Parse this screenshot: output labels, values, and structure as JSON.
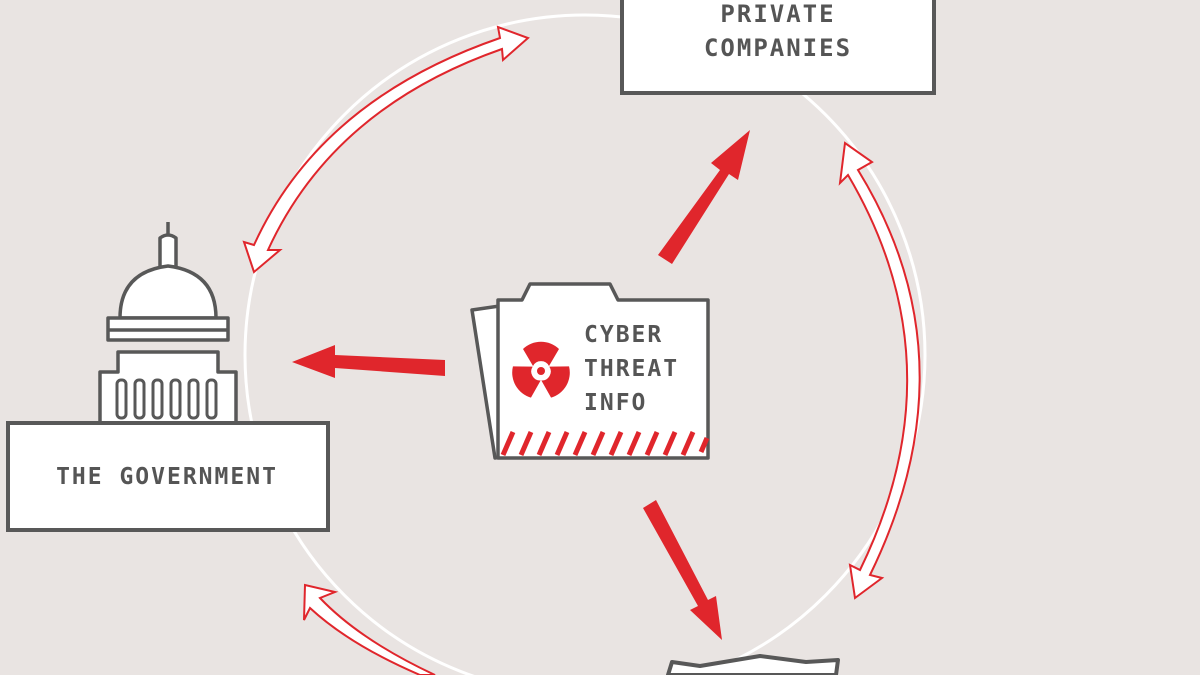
{
  "nodes": {
    "private_companies": {
      "line1": "PRIVATE",
      "line2": "COMPANIES"
    },
    "government": {
      "label": "THE GOVERNMENT"
    },
    "cyber_threat_info": {
      "line1": "CYBER",
      "line2": "THREAT",
      "line3": "INFO"
    }
  },
  "colors": {
    "background": "#e9e4e2",
    "accent_red": "#e0262c",
    "box_stroke": "#585858",
    "circle": "#ffffff"
  },
  "icons": {
    "government": "capitol-building-icon",
    "hazard": "radiation-hazard-icon",
    "folder": "file-folder-icon"
  }
}
